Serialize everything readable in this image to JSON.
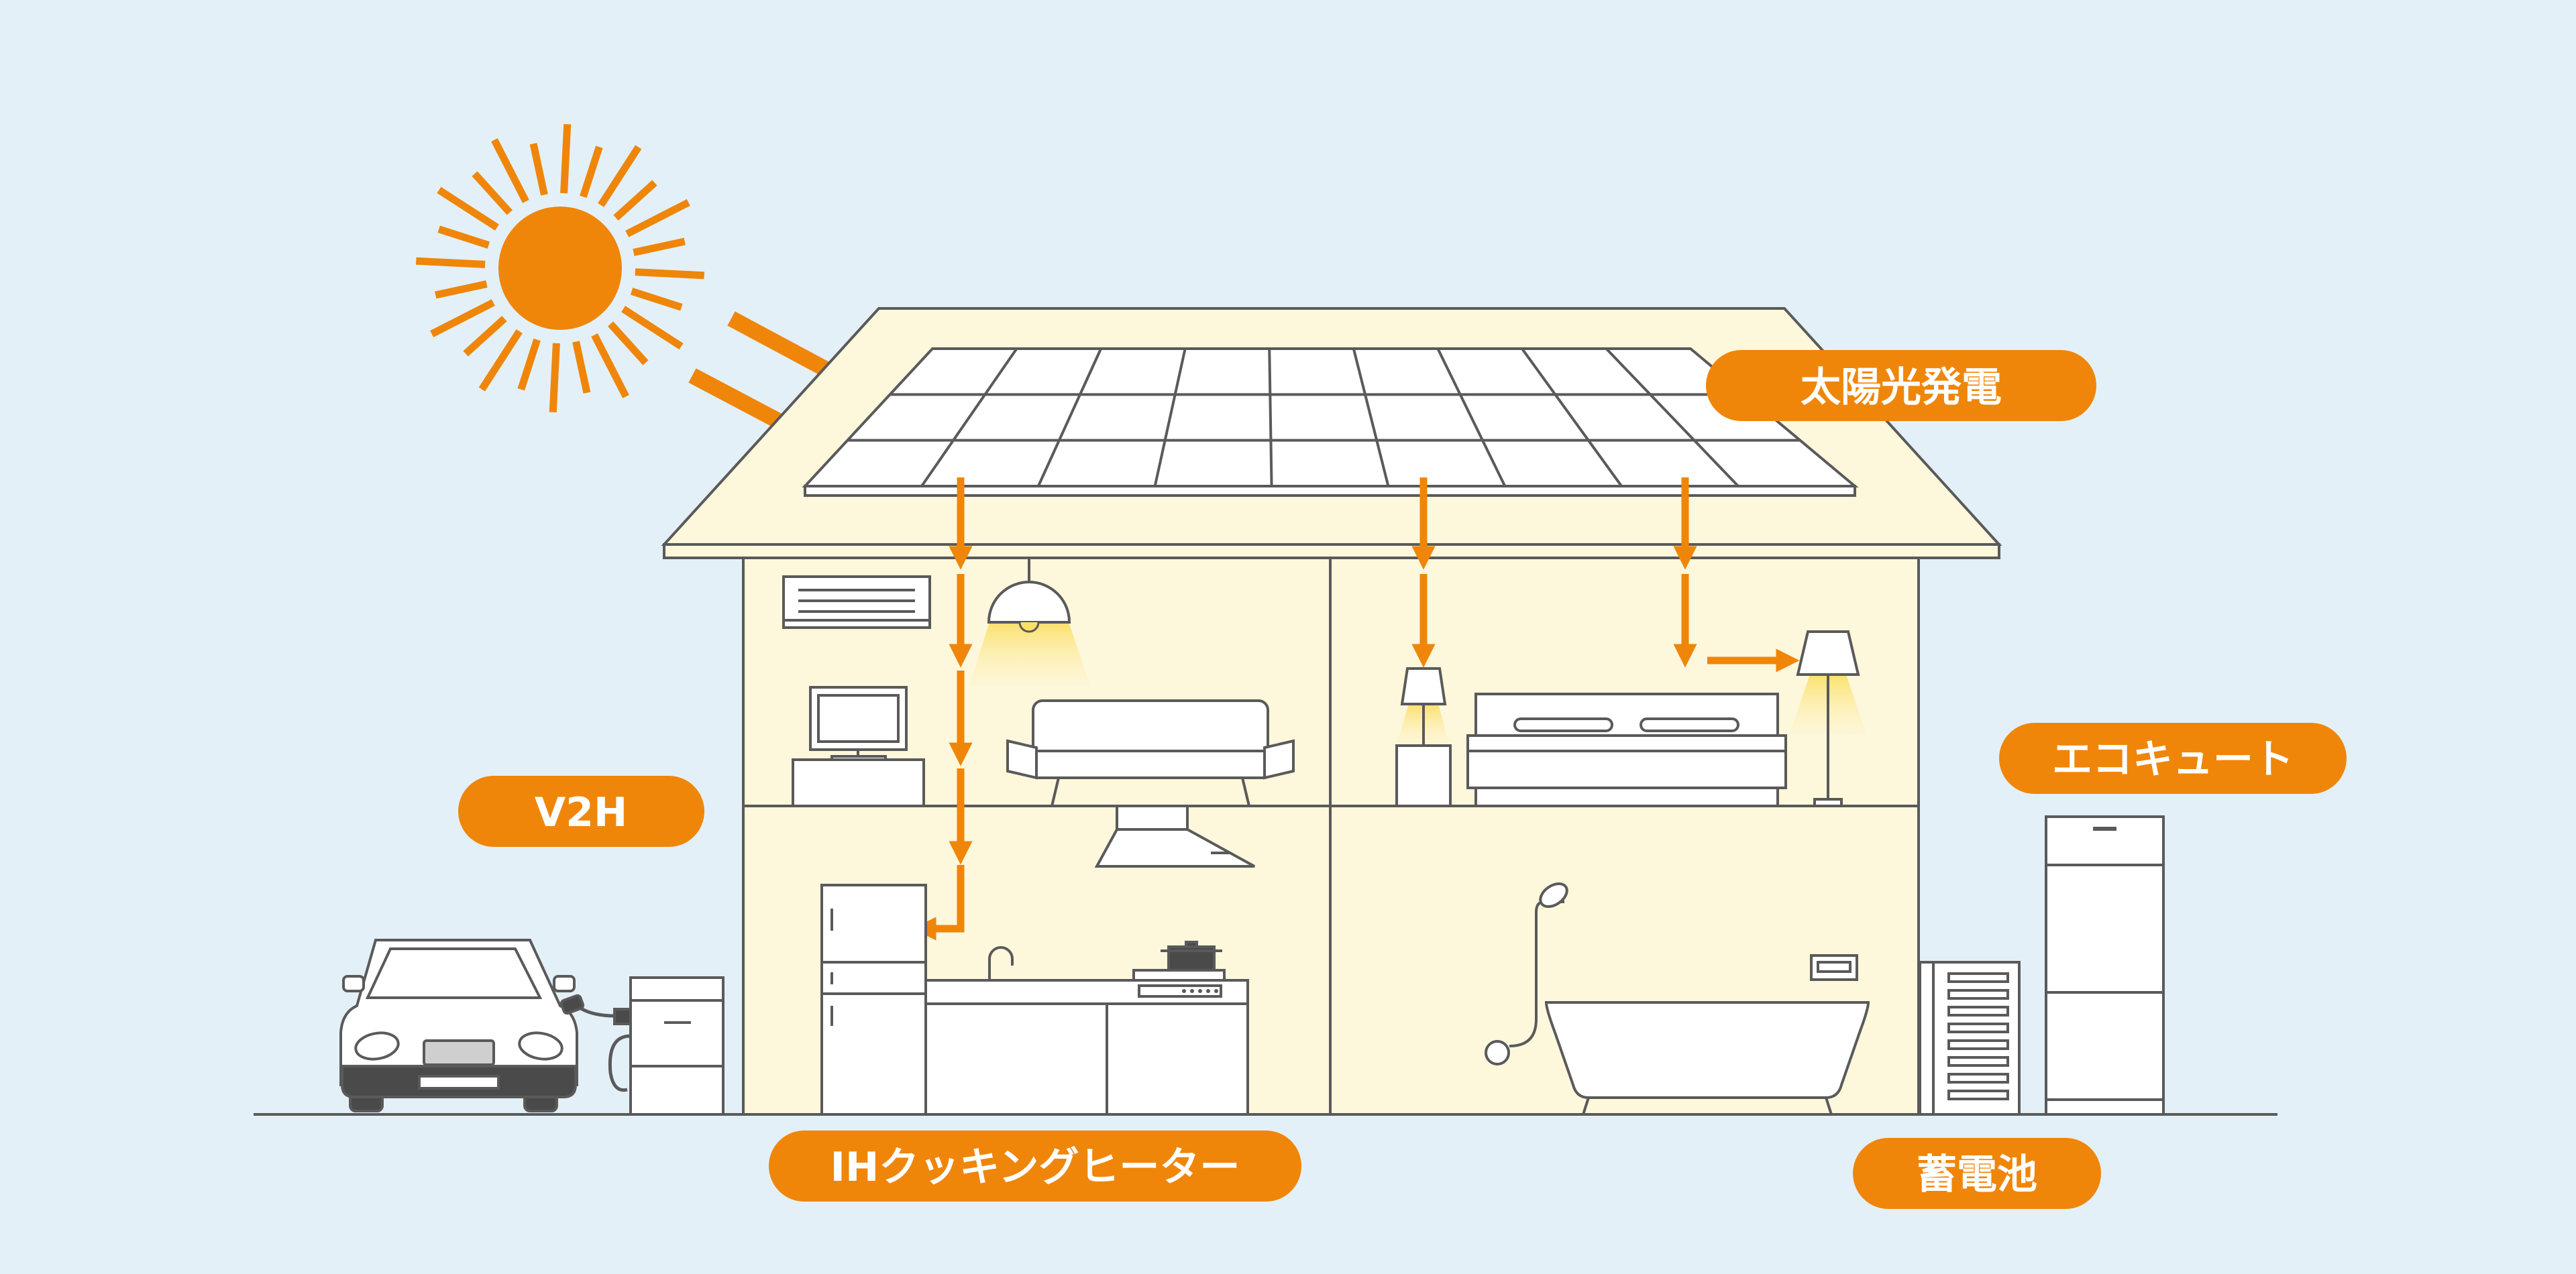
{
  "colors": {
    "background": "#e3f0f8",
    "house_fill": "#fdf7dc",
    "outline": "#5a5a5a",
    "accent_orange": "#ef8609",
    "light_glow": "#fbe78a",
    "white": "#ffffff",
    "car_grey": "#4a4a4a"
  },
  "labels": {
    "solar": "太陽光発電",
    "ecocute": "エコキュート",
    "v2h": "V2H",
    "ih_heater": "IHクッキングヒーター",
    "battery": "蓄電池"
  },
  "icons": [
    "sun-icon",
    "solar-panel-icon",
    "air-conditioner-icon",
    "pendant-lamp-icon",
    "tv-icon",
    "sofa-icon",
    "table-lamp-icon",
    "bed-icon",
    "floor-lamp-icon",
    "refrigerator-icon",
    "kitchen-counter-icon",
    "pot-icon",
    "shower-icon",
    "bathtub-icon",
    "car-icon",
    "v2h-charger-icon",
    "battery-unit-icon",
    "ecocute-tank-icon"
  ]
}
